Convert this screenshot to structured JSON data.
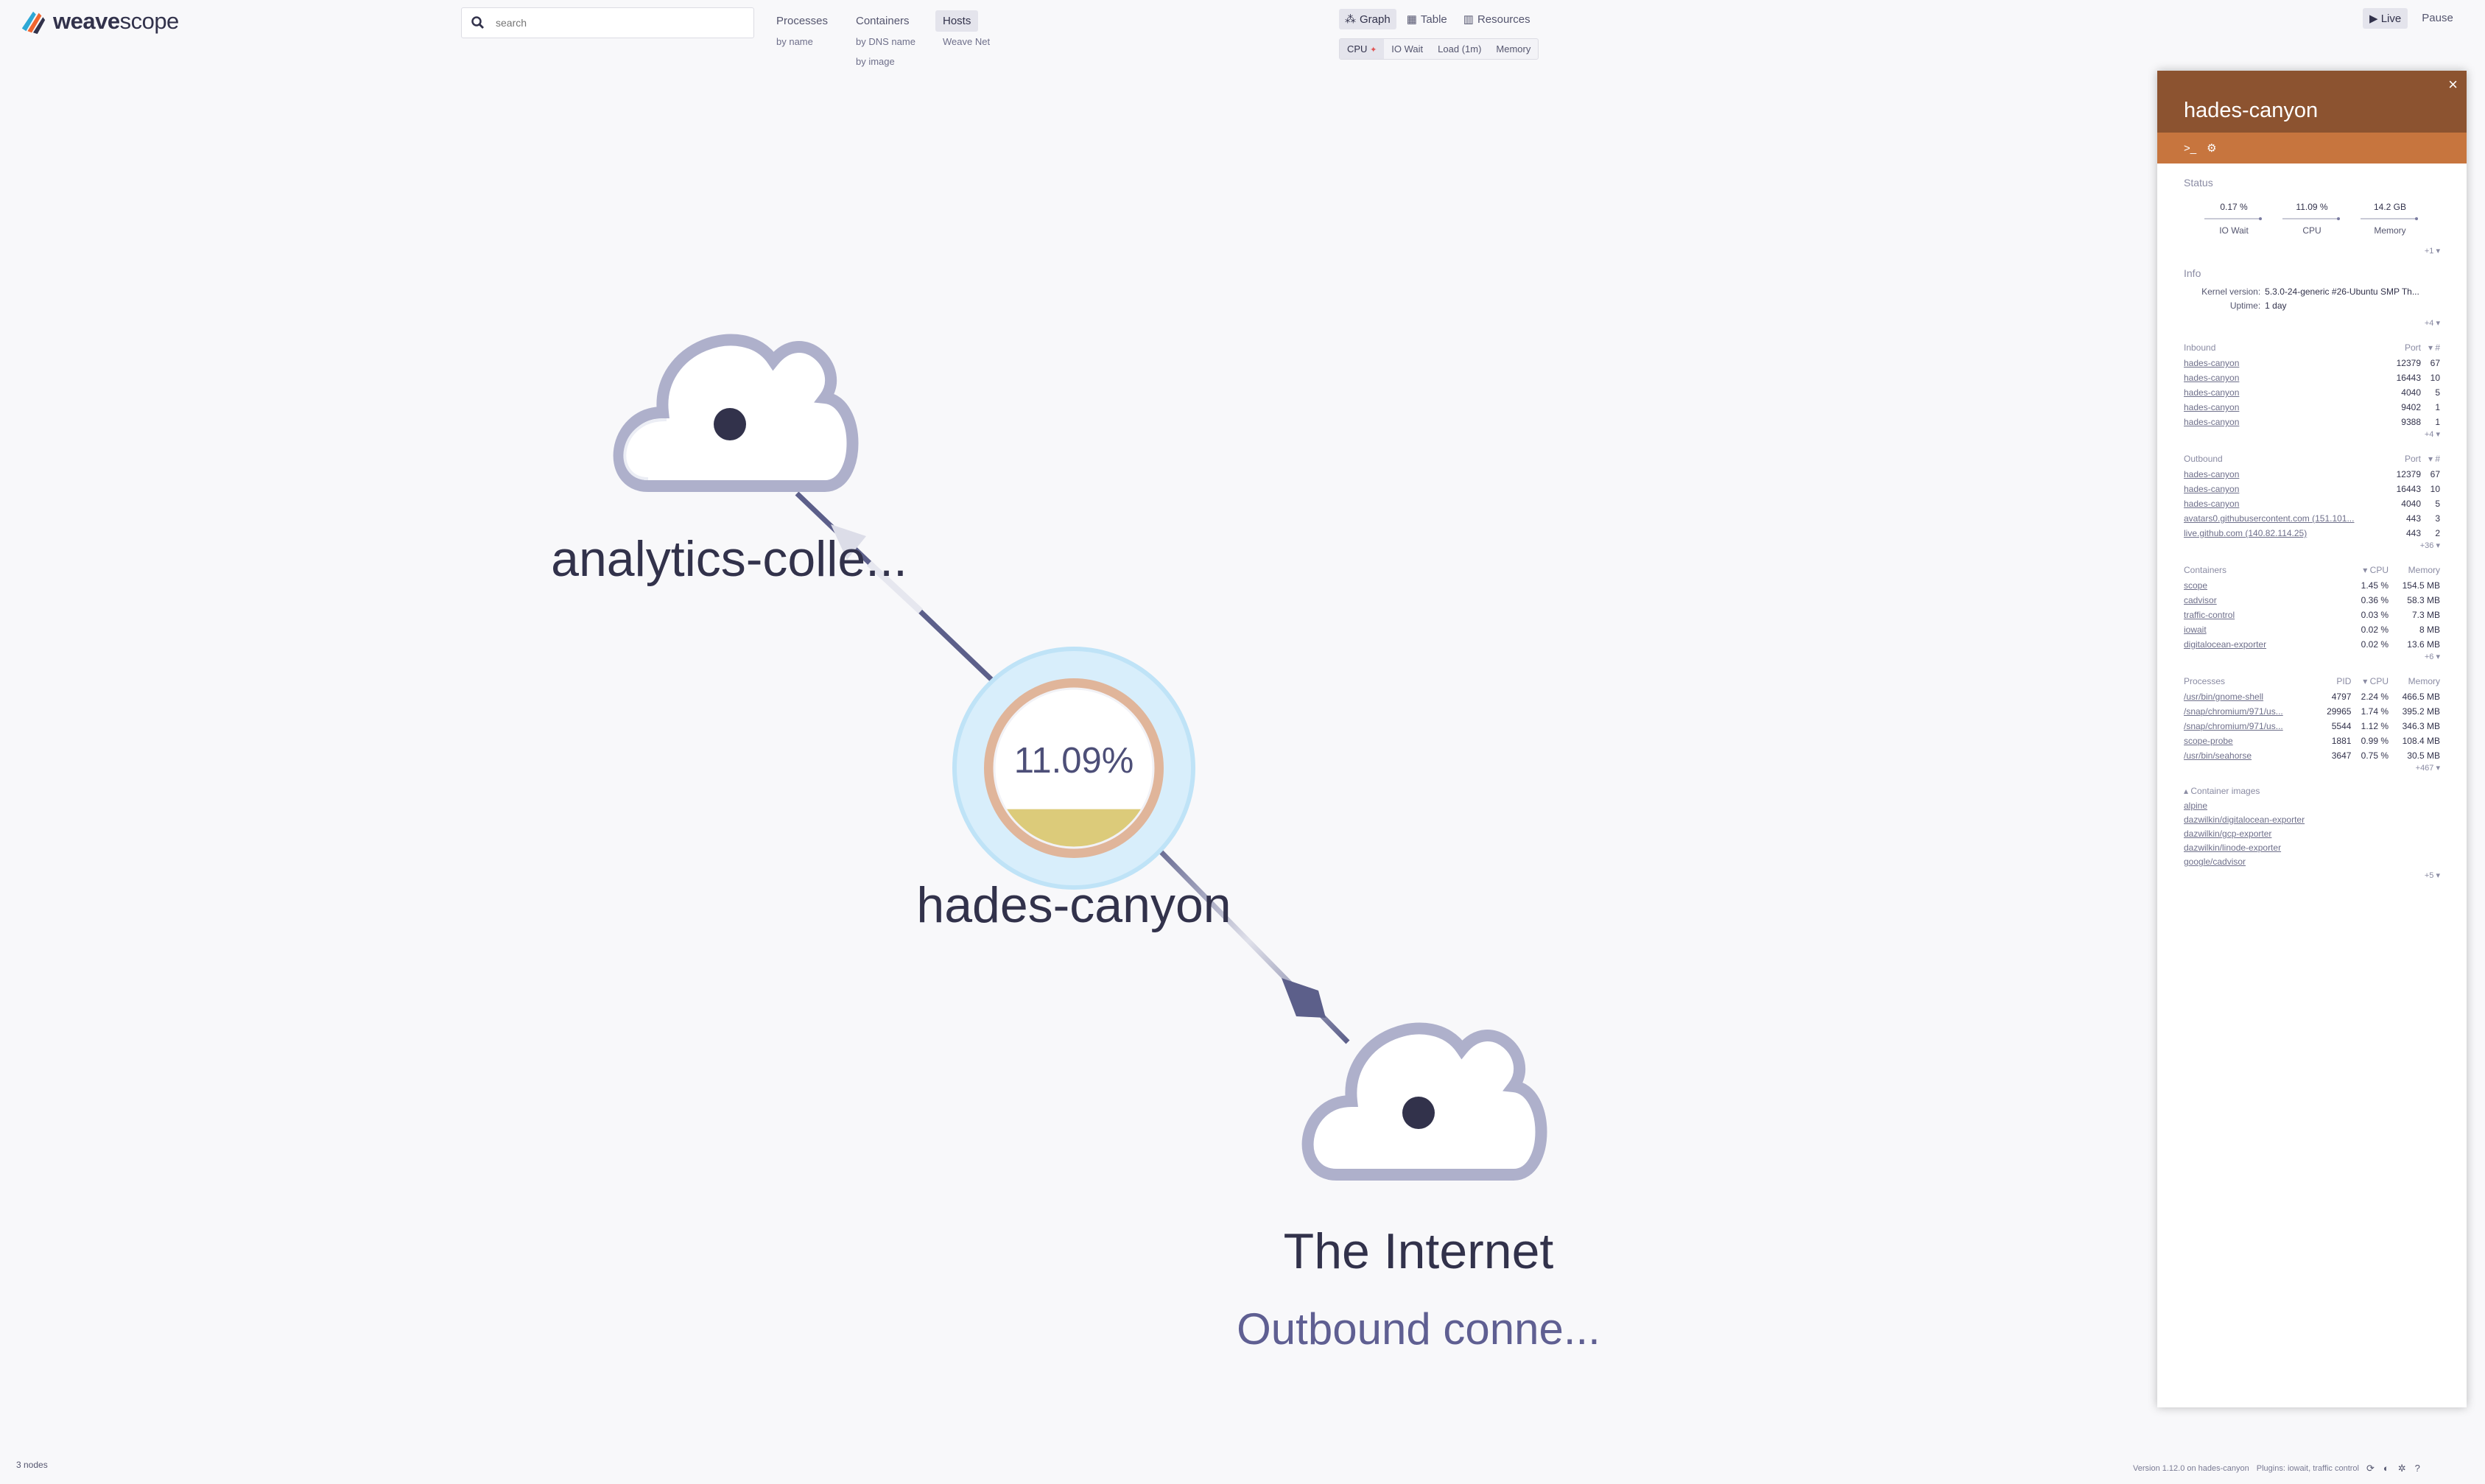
{
  "app": {
    "logo_text_bold": "weave",
    "logo_text_rest": "scope"
  },
  "search": {
    "placeholder": "search"
  },
  "topologies": [
    {
      "label": "Processes",
      "sub": [
        "by name"
      ]
    },
    {
      "label": "Containers",
      "sub": [
        "by DNS name",
        "by image"
      ]
    },
    {
      "label": "Hosts",
      "sub": [
        "Weave Net"
      ],
      "active": true
    }
  ],
  "views": [
    {
      "label": "Graph",
      "icon": "graph-icon",
      "active": true
    },
    {
      "label": "Table",
      "icon": "table-icon"
    },
    {
      "label": "Resources",
      "icon": "bar-chart-icon"
    }
  ],
  "metrics": [
    "CPU",
    "IO Wait",
    "Load (1m)",
    "Memory"
  ],
  "metric_active": "CPU",
  "live": {
    "live_label": "Live",
    "pause_label": "Pause"
  },
  "graph": {
    "nodes": [
      {
        "id": "analytics",
        "label": "analytics-colle..."
      },
      {
        "id": "hades",
        "label": "hades-canyon",
        "metric": "11.09%",
        "fill": 0.11
      },
      {
        "id": "internet",
        "label": "The Internet",
        "sublabel": "Outbound conne..."
      }
    ]
  },
  "panel": {
    "title": "hades-canyon",
    "close": "×",
    "status_title": "Status",
    "status": [
      {
        "value": "0.17 %",
        "label": "IO Wait"
      },
      {
        "value": "11.09 %",
        "label": "CPU"
      },
      {
        "value": "14.2 GB",
        "label": "Memory"
      }
    ],
    "status_more": "+1",
    "info_title": "Info",
    "info": [
      {
        "key": "Kernel version:",
        "value": "5.3.0-24-generic #26-Ubuntu SMP Th..."
      },
      {
        "key": "Uptime:",
        "value": "1 day"
      }
    ],
    "info_more": "+4",
    "inbound": {
      "title": "Inbound",
      "col_port": "Port",
      "col_count": "#",
      "rows": [
        [
          "hades-canyon",
          "12379",
          "67"
        ],
        [
          "hades-canyon",
          "16443",
          "10"
        ],
        [
          "hades-canyon",
          "4040",
          "5"
        ],
        [
          "hades-canyon",
          "9402",
          "1"
        ],
        [
          "hades-canyon",
          "9388",
          "1"
        ]
      ],
      "more": "+4"
    },
    "outbound": {
      "title": "Outbound",
      "col_port": "Port",
      "col_count": "#",
      "rows": [
        [
          "hades-canyon",
          "12379",
          "67"
        ],
        [
          "hades-canyon",
          "16443",
          "10"
        ],
        [
          "hades-canyon",
          "4040",
          "5"
        ],
        [
          "avatars0.githubusercontent.com (151.101...",
          "443",
          "3"
        ],
        [
          "live.github.com (140.82.114.25)",
          "443",
          "2"
        ]
      ],
      "more": "+36"
    },
    "containers": {
      "title": "Containers",
      "col_cpu": "CPU",
      "col_mem": "Memory",
      "rows": [
        [
          "scope",
          "1.45 %",
          "154.5 MB"
        ],
        [
          "cadvisor",
          "0.36 %",
          "58.3 MB"
        ],
        [
          "traffic-control",
          "0.03 %",
          "7.3 MB"
        ],
        [
          "iowait",
          "0.02 %",
          "8 MB"
        ],
        [
          "digitalocean-exporter",
          "0.02 %",
          "13.6 MB"
        ]
      ],
      "more": "+6"
    },
    "processes": {
      "title": "Processes",
      "col_pid": "PID",
      "col_cpu": "CPU",
      "col_mem": "Memory",
      "rows": [
        [
          "/usr/bin/gnome-shell",
          "4797",
          "2.24 %",
          "466.5 MB"
        ],
        [
          "/snap/chromium/971/us...",
          "29965",
          "1.74 %",
          "395.2 MB"
        ],
        [
          "/snap/chromium/971/us...",
          "5544",
          "1.12 %",
          "346.3 MB"
        ],
        [
          "scope-probe",
          "1881",
          "0.99 %",
          "108.4 MB"
        ],
        [
          "/usr/bin/seahorse",
          "3647",
          "0.75 %",
          "30.5 MB"
        ]
      ],
      "more": "+467"
    },
    "images": {
      "title": "Container images",
      "items": [
        "alpine",
        "dazwilkin/digitalocean-exporter",
        "dazwilkin/gcp-exporter",
        "dazwilkin/linode-exporter",
        "google/cadvisor"
      ],
      "more": "+5"
    }
  },
  "footer": {
    "nodes": "3 nodes",
    "version": "Version 1.12.0 on hades-canyon",
    "plugins": "Plugins: iowait, traffic control"
  },
  "colors": {
    "panel_head": "#8c5330",
    "panel_tools": "#c7753e",
    "node_stroke": "#aeb0cb",
    "edge": "#5c5f8a",
    "cpu_fill": "#dccb7a",
    "host_ring": "#e0b59a",
    "host_halo": "#cde9f8"
  }
}
